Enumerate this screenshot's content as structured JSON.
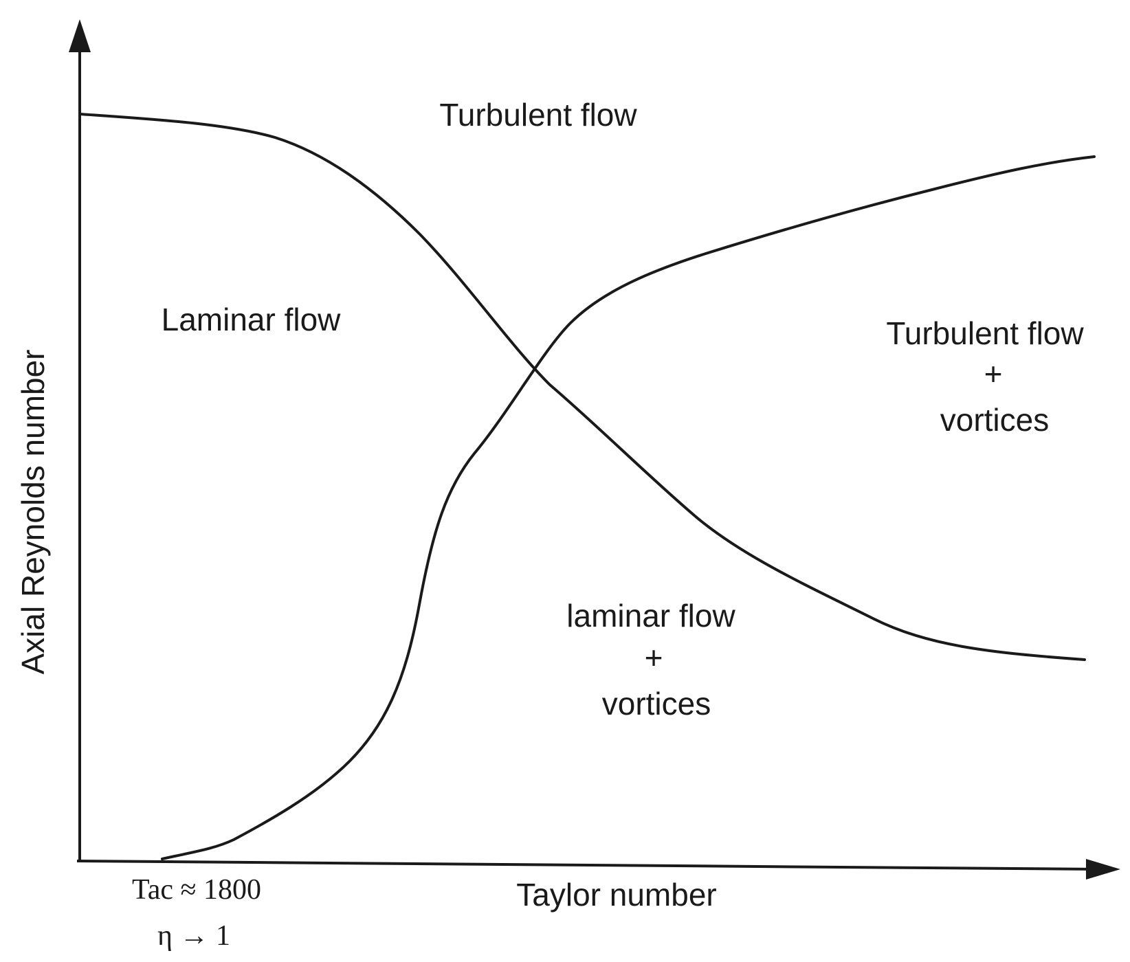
{
  "axes": {
    "x_label": "Taylor number",
    "y_label": "Axial Reynolds number"
  },
  "annotations": {
    "critical_taylor": "Tac ≈ 1800",
    "eta_limit": "η →  1"
  },
  "regions": {
    "top": {
      "line1": "Turbulent flow"
    },
    "left": {
      "line1": "Laminar flow"
    },
    "right": {
      "line1": "Turbulent flow",
      "line2": "+",
      "line3": "vortices"
    },
    "bottom": {
      "line1": "laminar flow",
      "line2": "+",
      "line3": "vortices"
    }
  },
  "curves": {
    "boundary_1": "laminar-turbulent transition (decreasing)",
    "boundary_2": "vortex onset boundary (increasing)"
  }
}
